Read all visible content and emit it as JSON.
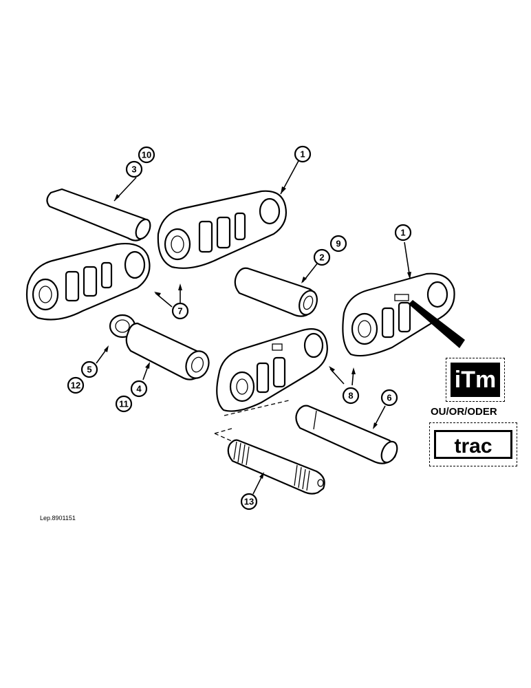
{
  "callouts": {
    "c10": "10",
    "c3": "3",
    "c1a": "1",
    "c7": "7",
    "c2": "2",
    "c9": "9",
    "c1b": "1",
    "c5": "5",
    "c12": "12",
    "c4": "4",
    "c11": "11",
    "c8": "8",
    "c6": "6",
    "c13": "13"
  },
  "logos": {
    "itm": "iTm",
    "separator": "OU/OR/ODER",
    "trac": "trac"
  },
  "reference": "Lep.8901151"
}
